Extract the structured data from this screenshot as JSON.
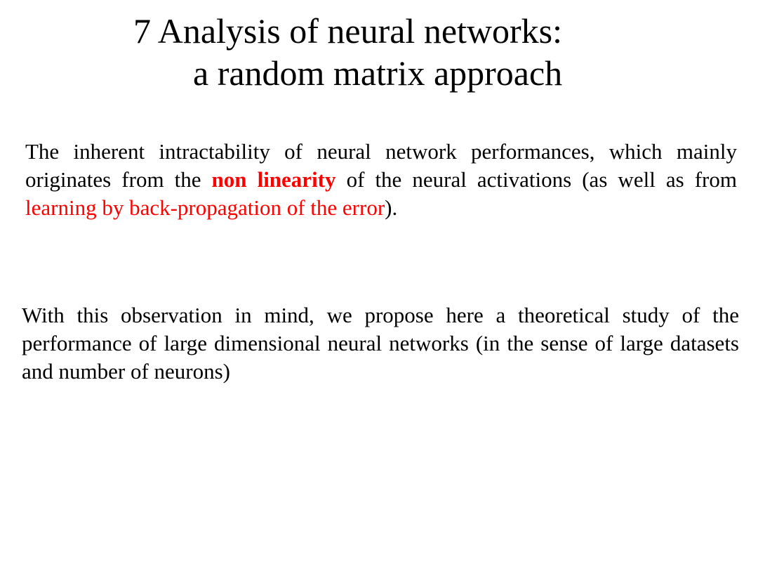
{
  "slide": {
    "title": {
      "line1": "7  Analysis of neural networks:",
      "line2": "a random matrix approach"
    },
    "paragraph1": {
      "part1": "The inherent intractability of neural network performances, which mainly originates from the ",
      "highlight_bold": "non linearity",
      "part2": " of the neural activations (as well as from ",
      "highlight_red": "learning by back-propagation of the error",
      "part3": ")."
    },
    "paragraph2": {
      "text": "With this observation in mind, we propose here a theoretical study of the performance of large dimensional neural networks (in the sense of large datasets and number of neurons)"
    },
    "colors": {
      "text": "#000000",
      "accent": "#ff0000",
      "background": "#ffffff"
    }
  }
}
